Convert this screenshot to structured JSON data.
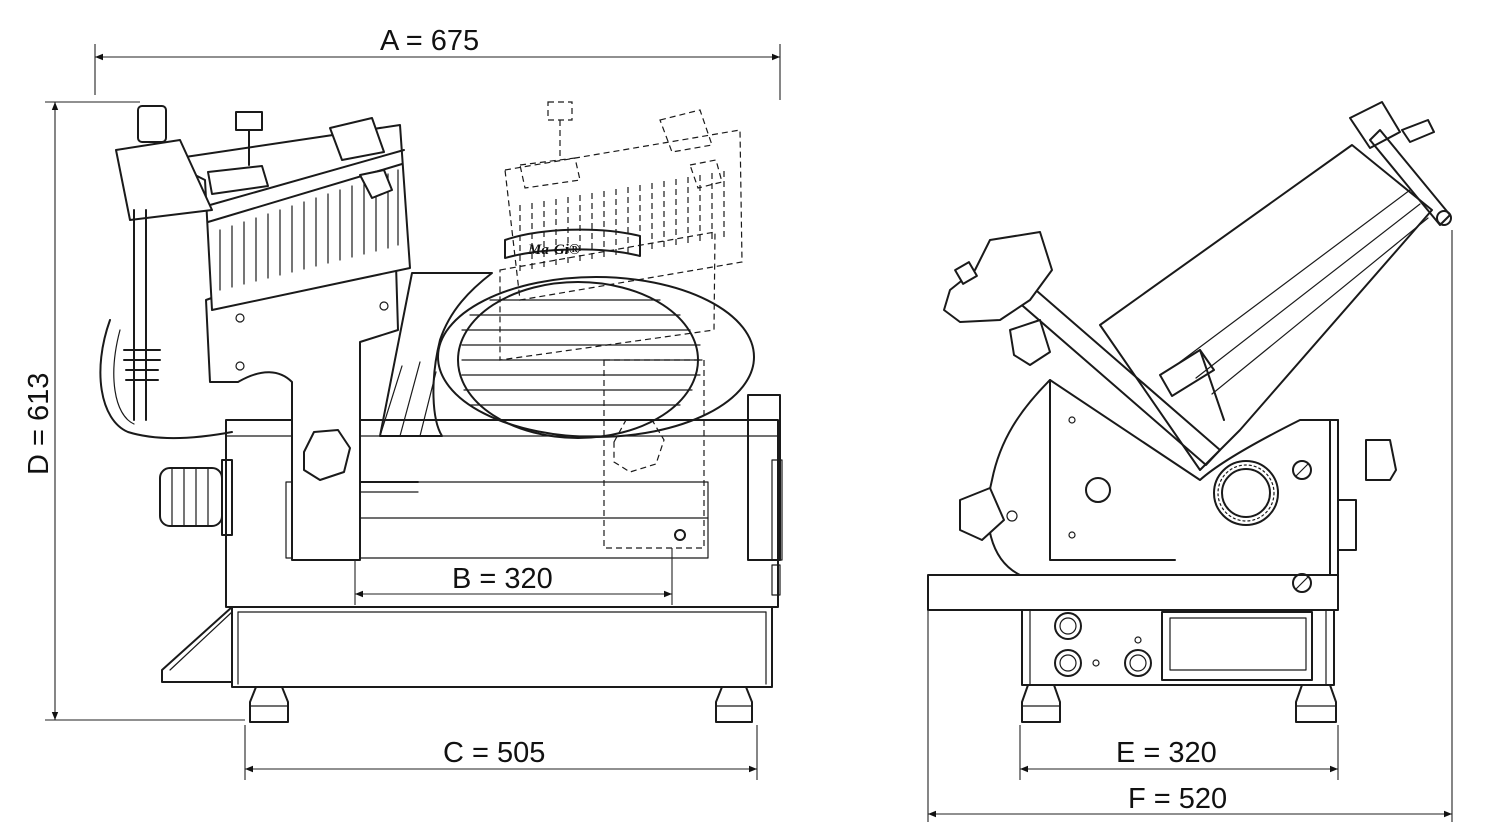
{
  "dimensions": {
    "a": "A =  675",
    "b": "B = 320",
    "c": "C =  505",
    "d": "D = 613",
    "e": "E = 320",
    "f": "F = 520"
  },
  "brand": "Ma-Gi®"
}
